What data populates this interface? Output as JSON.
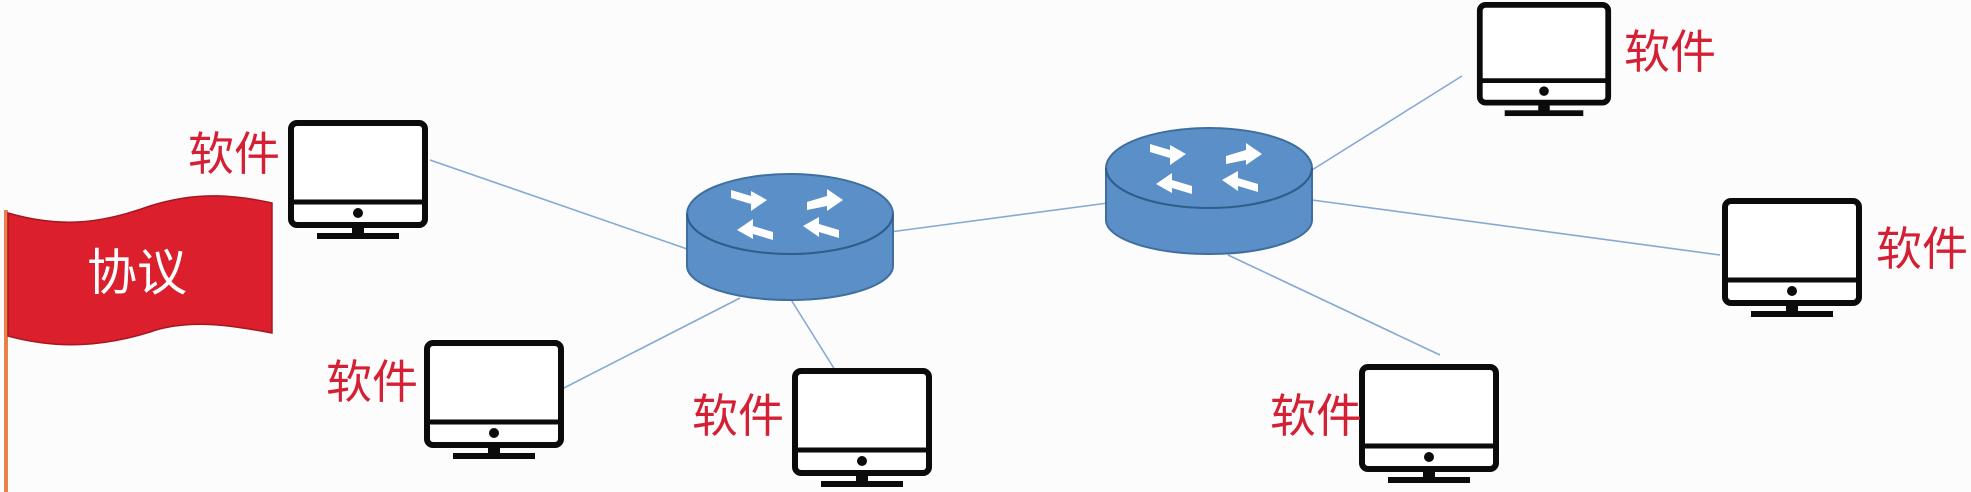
{
  "flag": {
    "label": "协议",
    "color": "#db1f2c",
    "pole_color": "#e8814a"
  },
  "colors": {
    "label_text": "#d42034",
    "router_fill": "#5b8fc7",
    "router_stroke": "#3f6f9e",
    "link": "#86a9d3",
    "monitor": "#0b0b0b"
  },
  "routers": [
    {
      "id": "router-1",
      "icon": "router-icon"
    },
    {
      "id": "router-2",
      "icon": "router-icon"
    }
  ],
  "hosts": [
    {
      "id": "host-left-top",
      "label": "软件",
      "icon": "monitor-icon",
      "connected_to": "router-1"
    },
    {
      "id": "host-left-bottom",
      "label": "软件",
      "icon": "monitor-icon",
      "connected_to": "router-1"
    },
    {
      "id": "host-center-bottom",
      "label": "软件",
      "icon": "monitor-icon",
      "connected_to": "router-1"
    },
    {
      "id": "host-right-top",
      "label": "软件",
      "icon": "monitor-icon",
      "connected_to": "router-2"
    },
    {
      "id": "host-right-middle",
      "label": "软件",
      "icon": "monitor-icon",
      "connected_to": "router-2"
    },
    {
      "id": "host-right-bottom",
      "label": "软件",
      "icon": "monitor-icon",
      "connected_to": "router-2"
    }
  ],
  "links": [
    {
      "from": "router-1",
      "to": "router-2"
    }
  ]
}
